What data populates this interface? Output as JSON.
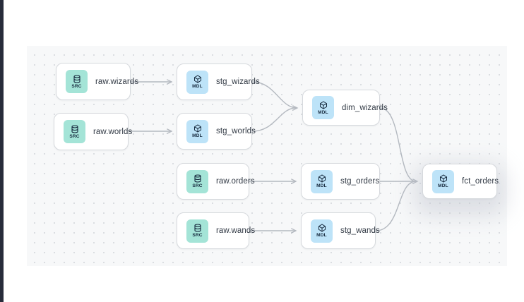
{
  "app": {
    "view": "lineage-graph"
  },
  "colors": {
    "sidebar_strip": "#272c3a",
    "canvas_bg": "#f7f8f9",
    "dot_grid": "#d8dbdf",
    "node_border": "#d6d9dd",
    "edge": "#b4b9c0",
    "src_badge_bg": "#a4e4d7",
    "mdl_badge_bg": "#bde3f8",
    "badge_text": "#15283c",
    "label_text": "#333b46"
  },
  "badges": {
    "source": "SRC",
    "model": "MDL"
  },
  "nodes": [
    {
      "id": "raw_wizards",
      "label": "raw.wizards",
      "badge": "SRC",
      "type": "source",
      "icon": "database-icon"
    },
    {
      "id": "raw_worlds",
      "label": "raw.worlds",
      "badge": "SRC",
      "type": "source",
      "icon": "database-icon"
    },
    {
      "id": "stg_wizards",
      "label": "stg_wizards",
      "badge": "MDL",
      "type": "model",
      "icon": "cube-icon"
    },
    {
      "id": "stg_worlds",
      "label": "stg_worlds",
      "badge": "MDL",
      "type": "model",
      "icon": "cube-icon"
    },
    {
      "id": "dim_wizards",
      "label": "dim_wizards",
      "badge": "MDL",
      "type": "model",
      "icon": "cube-icon"
    },
    {
      "id": "raw_orders",
      "label": "raw.orders",
      "badge": "SRC",
      "type": "source",
      "icon": "database-icon"
    },
    {
      "id": "stg_orders",
      "label": "stg_orders",
      "badge": "MDL",
      "type": "model",
      "icon": "cube-icon"
    },
    {
      "id": "raw_wands",
      "label": "raw.wands",
      "badge": "SRC",
      "type": "source",
      "icon": "database-icon"
    },
    {
      "id": "stg_wands",
      "label": "stg_wands",
      "badge": "MDL",
      "type": "model",
      "icon": "cube-icon"
    },
    {
      "id": "fct_orders",
      "label": "fct_orders",
      "badge": "MDL",
      "type": "model",
      "highlighted": true,
      "icon": "cube-icon"
    }
  ],
  "edges": [
    {
      "source": "raw.wizards",
      "target": "stg_wizards"
    },
    {
      "source": "raw.worlds",
      "target": "stg_worlds"
    },
    {
      "source": "stg_wizards",
      "target": "dim_wizards"
    },
    {
      "source": "stg_worlds",
      "target": "dim_wizards"
    },
    {
      "source": "raw.orders",
      "target": "stg_orders"
    },
    {
      "source": "raw.wands",
      "target": "stg_wands"
    },
    {
      "source": "stg_orders",
      "target": "fct_orders"
    },
    {
      "source": "dim_wizards",
      "target": "fct_orders"
    },
    {
      "source": "stg_wands",
      "target": "fct_orders"
    }
  ]
}
